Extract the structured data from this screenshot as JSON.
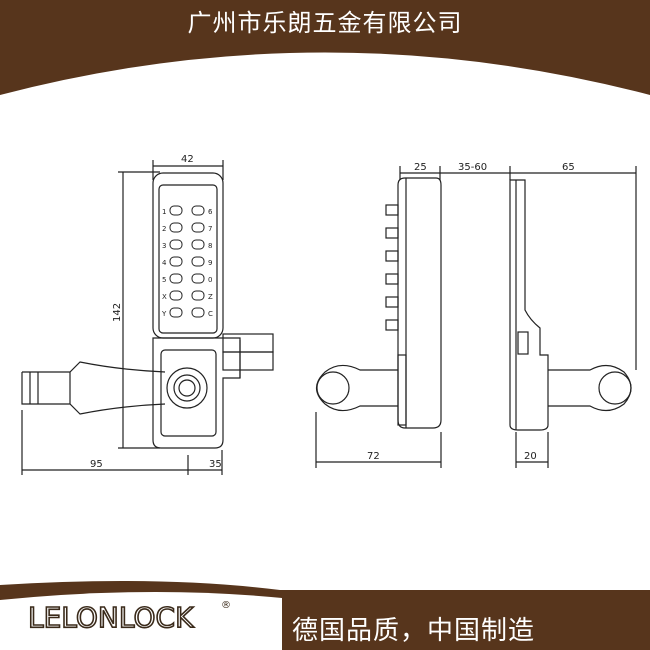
{
  "header": {
    "company_name": "广州市乐朗五金有限公司"
  },
  "footer": {
    "logo_text": "LELONLOCK",
    "registered_mark": "®",
    "slogan": "德国品质，中国制造"
  },
  "colors": {
    "brand_brown": "#57351c",
    "line": "#222222"
  },
  "front_view": {
    "dimensions": {
      "width_top": "42",
      "height": "142",
      "lever_length": "95",
      "backset": "35"
    },
    "keypad": {
      "left_keys": [
        "1",
        "2",
        "3",
        "4",
        "5",
        "X",
        "Y"
      ],
      "right_keys": [
        "6",
        "7",
        "8",
        "9",
        "0",
        "Z",
        "C"
      ]
    }
  },
  "side_view": {
    "dimensions": {
      "depth": "25",
      "door_thickness": "35-60",
      "overall_depth": "72"
    }
  },
  "right_view": {
    "dimensions": {
      "width": "65",
      "thickness": "20"
    }
  }
}
